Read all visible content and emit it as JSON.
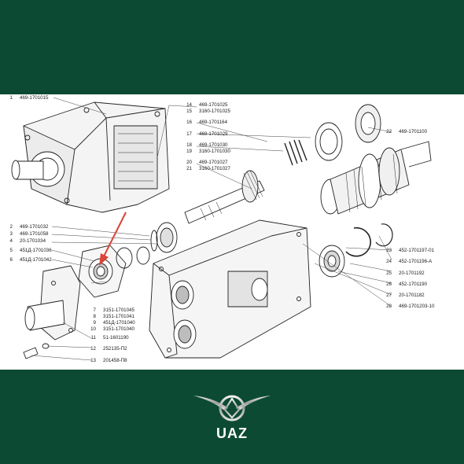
{
  "parts_left": [
    {
      "num": "1",
      "code": "469-1701015"
    },
    {
      "num": "2",
      "code": "469-1701032"
    },
    {
      "num": "3",
      "code": "469-1701058"
    },
    {
      "num": "4",
      "code": "20-1701034"
    },
    {
      "num": "5",
      "code": "451Д-1701036"
    },
    {
      "num": "6",
      "code": "451Д-1701042"
    }
  ],
  "parts_top": [
    {
      "num": "14",
      "code": "469-1701025"
    },
    {
      "num": "15",
      "code": "3160-1701025"
    },
    {
      "num": "16",
      "code": "469-1701164"
    },
    {
      "num": "17",
      "code": "469-1701029"
    },
    {
      "num": "18",
      "code": "469-1701030"
    },
    {
      "num": "19",
      "code": "3160-1701030"
    },
    {
      "num": "20",
      "code": "469-1701027"
    },
    {
      "num": "21",
      "code": "3160-1701027"
    }
  ],
  "parts_center": [
    {
      "num": "7",
      "code": "3151-1701045"
    },
    {
      "num": "8",
      "code": "3151-1701041"
    },
    {
      "num": "9",
      "code": "451Д-1701040"
    },
    {
      "num": "10",
      "code": "3151-1701040"
    },
    {
      "num": "11",
      "code": "51-1601190"
    },
    {
      "num": "12",
      "code": "252135-П2"
    },
    {
      "num": "13",
      "code": "201458-П8"
    }
  ],
  "parts_right": [
    {
      "num": "22",
      "code": "469-1701100"
    },
    {
      "num": "23",
      "code": "452-1701197-01"
    },
    {
      "num": "24",
      "code": "452-1701196-А"
    },
    {
      "num": "25",
      "code": "20-1701192"
    },
    {
      "num": "26",
      "code": "452-1701190"
    },
    {
      "num": "27",
      "code": "20-1701182"
    },
    {
      "num": "28",
      "code": "469-1701203-10"
    }
  ],
  "brand": {
    "name": "UAZ",
    "emblem_icon": "uaz-winged-emblem-icon"
  },
  "colors": {
    "band": "#0d4a34",
    "arrow": "#d9453a",
    "line": "#222222"
  }
}
